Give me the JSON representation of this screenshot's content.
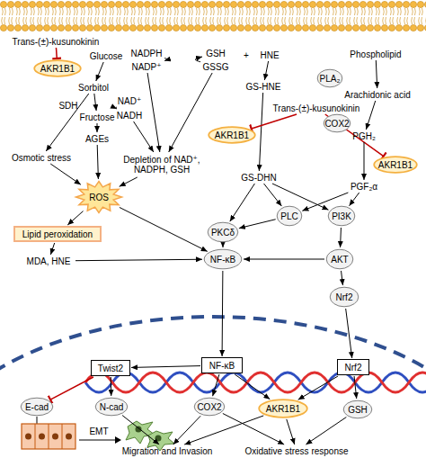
{
  "diagram": {
    "nodes": [
      {
        "text": [
          "Trans-(±)-kusunokinin"
        ]
      },
      {
        "text": [
          "AKR1B1"
        ]
      },
      {
        "text": [
          "Glucose"
        ]
      },
      {
        "text": [
          "NADPH"
        ]
      },
      {
        "text": [
          "NADP⁺"
        ]
      },
      {
        "text": [
          "GSH"
        ]
      },
      {
        "text": [
          "GSSG"
        ]
      },
      {
        "text": [
          "HNE"
        ]
      },
      {
        "text": [
          "Phospholipid"
        ]
      },
      {
        "text": [
          "Sorbitol"
        ]
      },
      {
        "text": [
          "SDH"
        ]
      },
      {
        "text": [
          "NAD⁺"
        ]
      },
      {
        "text": [
          "NADH"
        ]
      },
      {
        "text": [
          "Fructose"
        ]
      },
      {
        "text": [
          "GS-HNE"
        ]
      },
      {
        "text": [
          "PLA₂"
        ]
      },
      {
        "text": [
          "Arachidonic acid"
        ]
      },
      {
        "text": [
          "Trans-(±)-kusunokinin"
        ]
      },
      {
        "text": [
          "COX2"
        ]
      },
      {
        "text": [
          "PGH₂"
        ]
      },
      {
        "text": [
          "AGEs"
        ]
      },
      {
        "text": [
          "AKR1B1"
        ]
      },
      {
        "text": [
          "Depletion of NAD⁺, NADPH, GSH"
        ]
      },
      {
        "text": [
          "Osmotic stress"
        ]
      },
      {
        "text": [
          "AKR1B1"
        ]
      },
      {
        "text": [
          "GS-DHN"
        ]
      },
      {
        "text": [
          "PGF₂α"
        ]
      },
      {
        "text": [
          "ROS"
        ]
      },
      {
        "text": [
          "PLC"
        ]
      },
      {
        "text": [
          "PI3K"
        ]
      },
      {
        "text": [
          "PKCδ"
        ]
      },
      {
        "text": [
          "Lipid peroxidation"
        ]
      },
      {
        "text": [
          "NF-κB"
        ]
      },
      {
        "text": [
          "AKT"
        ]
      },
      {
        "text": [
          "MDA, HNE"
        ]
      },
      {
        "text": [
          "Nrf2"
        ]
      },
      {
        "text": [
          "Twist2"
        ]
      },
      {
        "text": [
          "NF-κB"
        ]
      },
      {
        "text": [
          "Nrf2"
        ]
      },
      {
        "text": [
          "E-cad"
        ]
      },
      {
        "text": [
          "N-cad"
        ]
      },
      {
        "text": [
          "COX2"
        ]
      },
      {
        "text": [
          "AKR1B1"
        ]
      },
      {
        "text": [
          "GSH"
        ]
      },
      {
        "text": [
          "Migration and Invasion"
        ]
      },
      {
        "text": [
          "Oxidative stress response"
        ]
      }
    ],
    "edges": [
      {
        "from": 0,
        "to": 1,
        "arrow": "to"
      },
      {
        "from": 2,
        "to": 9,
        "arrow": "to"
      },
      {
        "from": 3,
        "to": 4,
        "arrow": "to"
      },
      {
        "from": 6,
        "to": 5,
        "arrow": "to"
      },
      {
        "from": 9,
        "to": 13,
        "arrow": "to"
      },
      {
        "from": 11,
        "to": 12,
        "arrow": "to"
      },
      {
        "from": 9,
        "to": 23,
        "arrow": "to"
      },
      {
        "from": 13,
        "to": 20,
        "arrow": "to"
      },
      {
        "from": 4,
        "to": 22,
        "arrow": "to"
      },
      {
        "from": 6,
        "to": 22,
        "arrow": "to"
      },
      {
        "from": 12,
        "to": 22,
        "arrow": "to"
      },
      {
        "from": 20,
        "to": 27,
        "arrow": "to"
      },
      {
        "from": 23,
        "to": 27,
        "arrow": "to"
      },
      {
        "from": 22,
        "to": 27,
        "arrow": "to"
      },
      {
        "from": 27,
        "to": 31,
        "arrow": "to"
      },
      {
        "from": 31,
        "to": 34,
        "arrow": "to"
      },
      {
        "from": 34,
        "to": 32,
        "arrow": "to"
      },
      {
        "from": 27,
        "to": 32,
        "arrow": "to"
      },
      {
        "from": 7,
        "to": 14,
        "arrow": "to"
      },
      {
        "from": 14,
        "to": 25,
        "arrow": "to"
      },
      {
        "from": 17,
        "to": 21,
        "arrow": "to"
      },
      {
        "from": 17,
        "to": 24,
        "arrow": "to"
      },
      {
        "from": 8,
        "to": 16,
        "arrow": "to"
      },
      {
        "from": 16,
        "to": 19,
        "arrow": "to"
      },
      {
        "from": 19,
        "to": 26,
        "arrow": "to"
      },
      {
        "from": 25,
        "to": 30,
        "arrow": "to"
      },
      {
        "from": 25,
        "to": 28,
        "arrow": "to"
      },
      {
        "from": 26,
        "to": 28,
        "arrow": "to"
      },
      {
        "from": 26,
        "to": 29,
        "arrow": "to"
      },
      {
        "from": 25,
        "to": 29,
        "arrow": "to"
      },
      {
        "from": 28,
        "to": 30,
        "arrow": "to"
      },
      {
        "from": 29,
        "to": 33,
        "arrow": "to"
      },
      {
        "from": 30,
        "to": 32,
        "arrow": "to"
      },
      {
        "from": 33,
        "to": 32,
        "arrow": "to"
      },
      {
        "from": 33,
        "to": 35,
        "arrow": "to"
      },
      {
        "from": 32,
        "to": 37,
        "arrow": "to"
      },
      {
        "from": 35,
        "to": 38,
        "arrow": "to"
      },
      {
        "from": 37,
        "to": 36,
        "arrow": "to"
      },
      {
        "from": 37,
        "to": 41,
        "arrow": "to"
      },
      {
        "from": 37,
        "to": 42,
        "arrow": "to"
      },
      {
        "from": 38,
        "to": 42,
        "arrow": "to"
      },
      {
        "from": 38,
        "to": 43,
        "arrow": "to"
      },
      {
        "from": 36,
        "to": 39,
        "arrow": "to"
      },
      {
        "from": 36,
        "to": 40,
        "arrow": "to"
      },
      {
        "from": 40,
        "to": 44,
        "arrow": "to"
      },
      {
        "from": 41,
        "to": 44,
        "arrow": "to"
      },
      {
        "from": 41,
        "to": 45,
        "arrow": "to"
      },
      {
        "from": 42,
        "to": 44,
        "arrow": "to"
      },
      {
        "from": 42,
        "to": 45,
        "arrow": "to"
      },
      {
        "from": 43,
        "to": 45,
        "arrow": "to"
      }
    ],
    "labels": [
      "+",
      "EMT"
    ]
  }
}
